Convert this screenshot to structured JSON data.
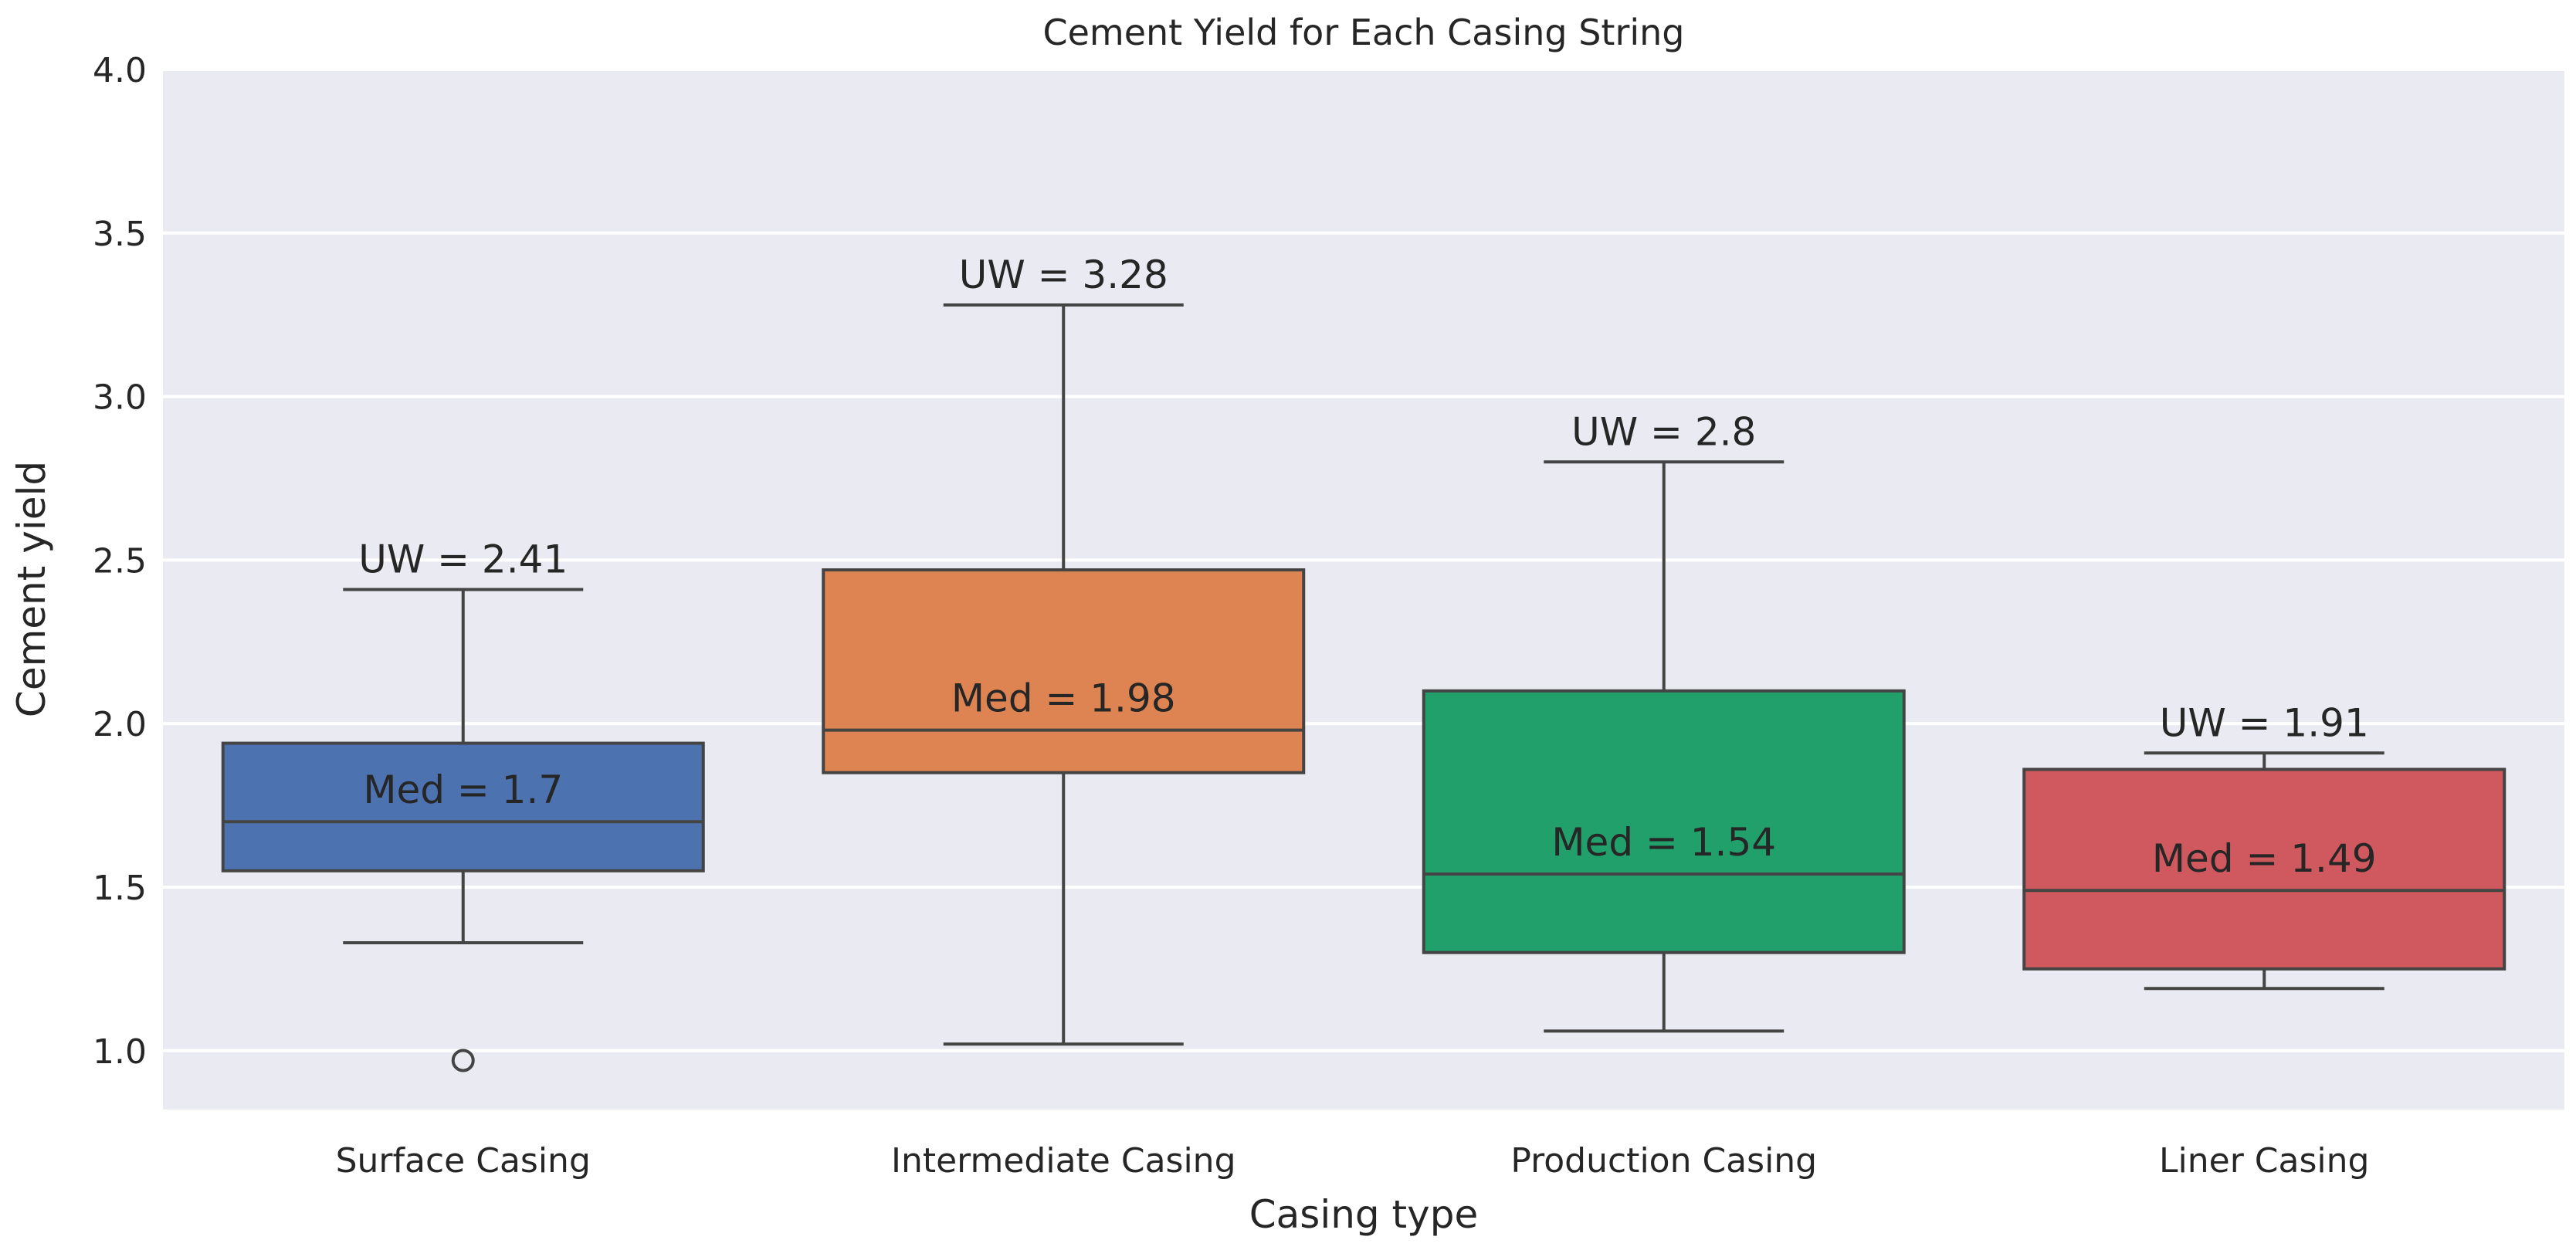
{
  "chart_data": {
    "type": "box",
    "title": "Cement Yield for Each Casing String",
    "xlabel": "Casing type",
    "ylabel": "Cement yield",
    "ylim": [
      0.82,
      4.0
    ],
    "yticks": [
      1.0,
      1.5,
      2.0,
      2.5,
      3.0,
      3.5,
      4.0
    ],
    "ytick_labels": [
      "1.0",
      "1.5",
      "2.0",
      "2.5",
      "3.0",
      "3.5",
      "4.0"
    ],
    "grid": true,
    "background": "#eaeaf2",
    "categories": [
      "Surface Casing",
      "Intermediate Casing",
      "Production Casing",
      "Liner Casing"
    ],
    "boxes": [
      {
        "category": "Surface Casing",
        "whisker_low": 1.33,
        "q1": 1.55,
        "median": 1.7,
        "q3": 1.94,
        "whisker_high": 2.41,
        "outliers": [
          0.97
        ],
        "color": "#4c72b0",
        "upper_label": "UW = 2.41",
        "median_label": "Med = 1.7"
      },
      {
        "category": "Intermediate Casing",
        "whisker_low": 1.02,
        "q1": 1.85,
        "median": 1.98,
        "q3": 2.47,
        "whisker_high": 3.28,
        "outliers": [],
        "color": "#dd8452",
        "upper_label": "UW = 3.28",
        "median_label": "Med = 1.98"
      },
      {
        "category": "Production Casing",
        "whisker_low": 1.06,
        "q1": 1.3,
        "median": 1.54,
        "q3": 2.1,
        "whisker_high": 2.8,
        "outliers": [],
        "color": "#22a06b",
        "upper_label": "UW = 2.8",
        "median_label": "Med = 1.54"
      },
      {
        "category": "Liner Casing",
        "whisker_low": 1.19,
        "q1": 1.25,
        "median": 1.49,
        "q3": 1.86,
        "whisker_high": 1.91,
        "outliers": [],
        "color": "#d0585f",
        "upper_label": "UW = 1.91",
        "median_label": "Med = 1.49"
      }
    ]
  }
}
